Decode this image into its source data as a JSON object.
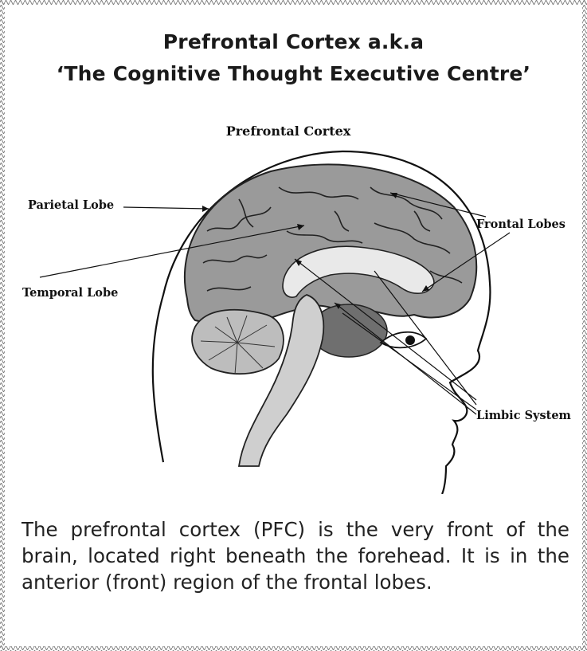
{
  "header": {
    "title_line1": "Prefrontal Cortex a.k.a",
    "title_line2": "‘The Cognitive Thought Executive Centre’"
  },
  "diagram": {
    "heading": "Prefrontal Cortex",
    "labels": {
      "parietal": "Parietal Lobe",
      "temporal": "Temporal Lobe",
      "frontal": "Frontal Lobes",
      "limbic": "Limbic System"
    }
  },
  "description": "The prefrontal cortex (PFC) is the very front of the brain, located right beneath the forehead. It is in the anterior (front) region of the frontal lobes.",
  "colors": {
    "brain_fill": "#9a9a9a",
    "cerebellum_fill": "#bdbdbd",
    "stem_fill": "#cfcfcf",
    "limbic_fill": "#e9e9e9",
    "dark_region": "#6f6f6f",
    "border": "#888888"
  }
}
